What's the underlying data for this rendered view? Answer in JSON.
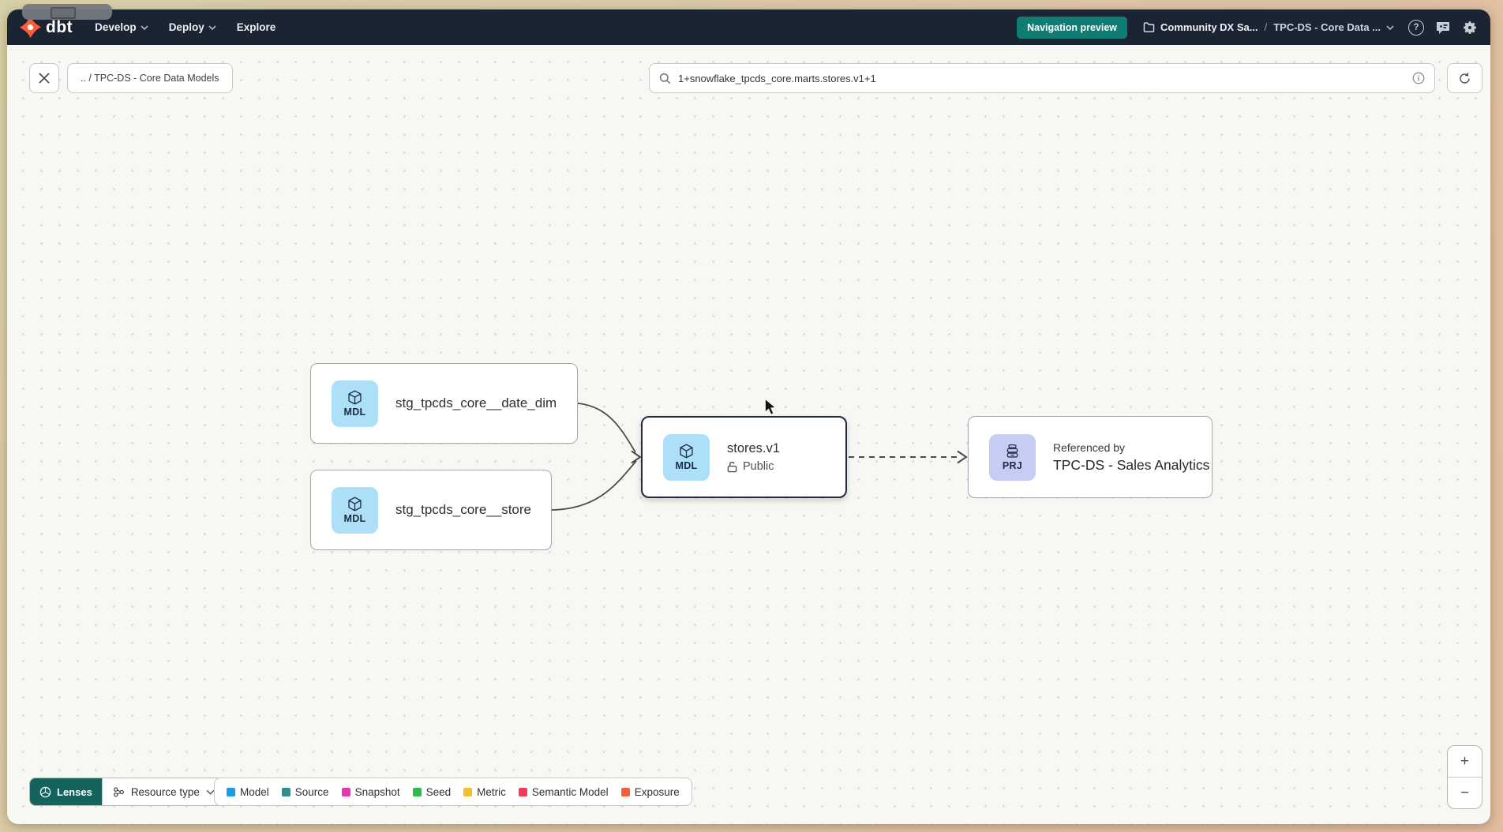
{
  "nav": {
    "logo_text": "dbt",
    "menus": {
      "develop": "Develop",
      "deploy": "Deploy",
      "explore": "Explore"
    },
    "preview_badge": "Navigation preview",
    "breadcrumb": {
      "project": "Community DX Sa...",
      "separator": "/",
      "page": "TPC-DS - Core Data ..."
    }
  },
  "toolbar": {
    "breadcrumb_chip": ".. / TPC-DS - Core Data Models",
    "search_value": "1+snowflake_tpcds_core.marts.stores.v1+1"
  },
  "graph": {
    "nodes": [
      {
        "badge": "MDL",
        "label": "stg_tpcds_core__date_dim"
      },
      {
        "badge": "MDL",
        "label": "stg_tpcds_core__store"
      },
      {
        "badge": "MDL",
        "label": "stores.v1",
        "access": "Public"
      },
      {
        "badge": "PRJ",
        "kicker": "Referenced by",
        "label": "TPC-DS - Sales Analytics"
      }
    ]
  },
  "footer": {
    "lenses_label": "Lenses",
    "resource_type_label": "Resource type",
    "legend": [
      {
        "label": "Model",
        "color": "#1c9be6"
      },
      {
        "label": "Source",
        "color": "#2f8d8a"
      },
      {
        "label": "Snapshot",
        "color": "#e138ae"
      },
      {
        "label": "Seed",
        "color": "#2dbb4e"
      },
      {
        "label": "Metric",
        "color": "#f2c02e"
      },
      {
        "label": "Semantic Model",
        "color": "#f23a5c"
      },
      {
        "label": "Exposure",
        "color": "#f4603e"
      }
    ]
  },
  "zoom_controls": {
    "zoom_in": "+",
    "zoom_out": "−"
  },
  "colors": {
    "accent_teal": "#0f7d73",
    "model_badge": "#ade0f8",
    "project_badge": "#c7ccf5",
    "nav_bg": "#1a2433"
  }
}
